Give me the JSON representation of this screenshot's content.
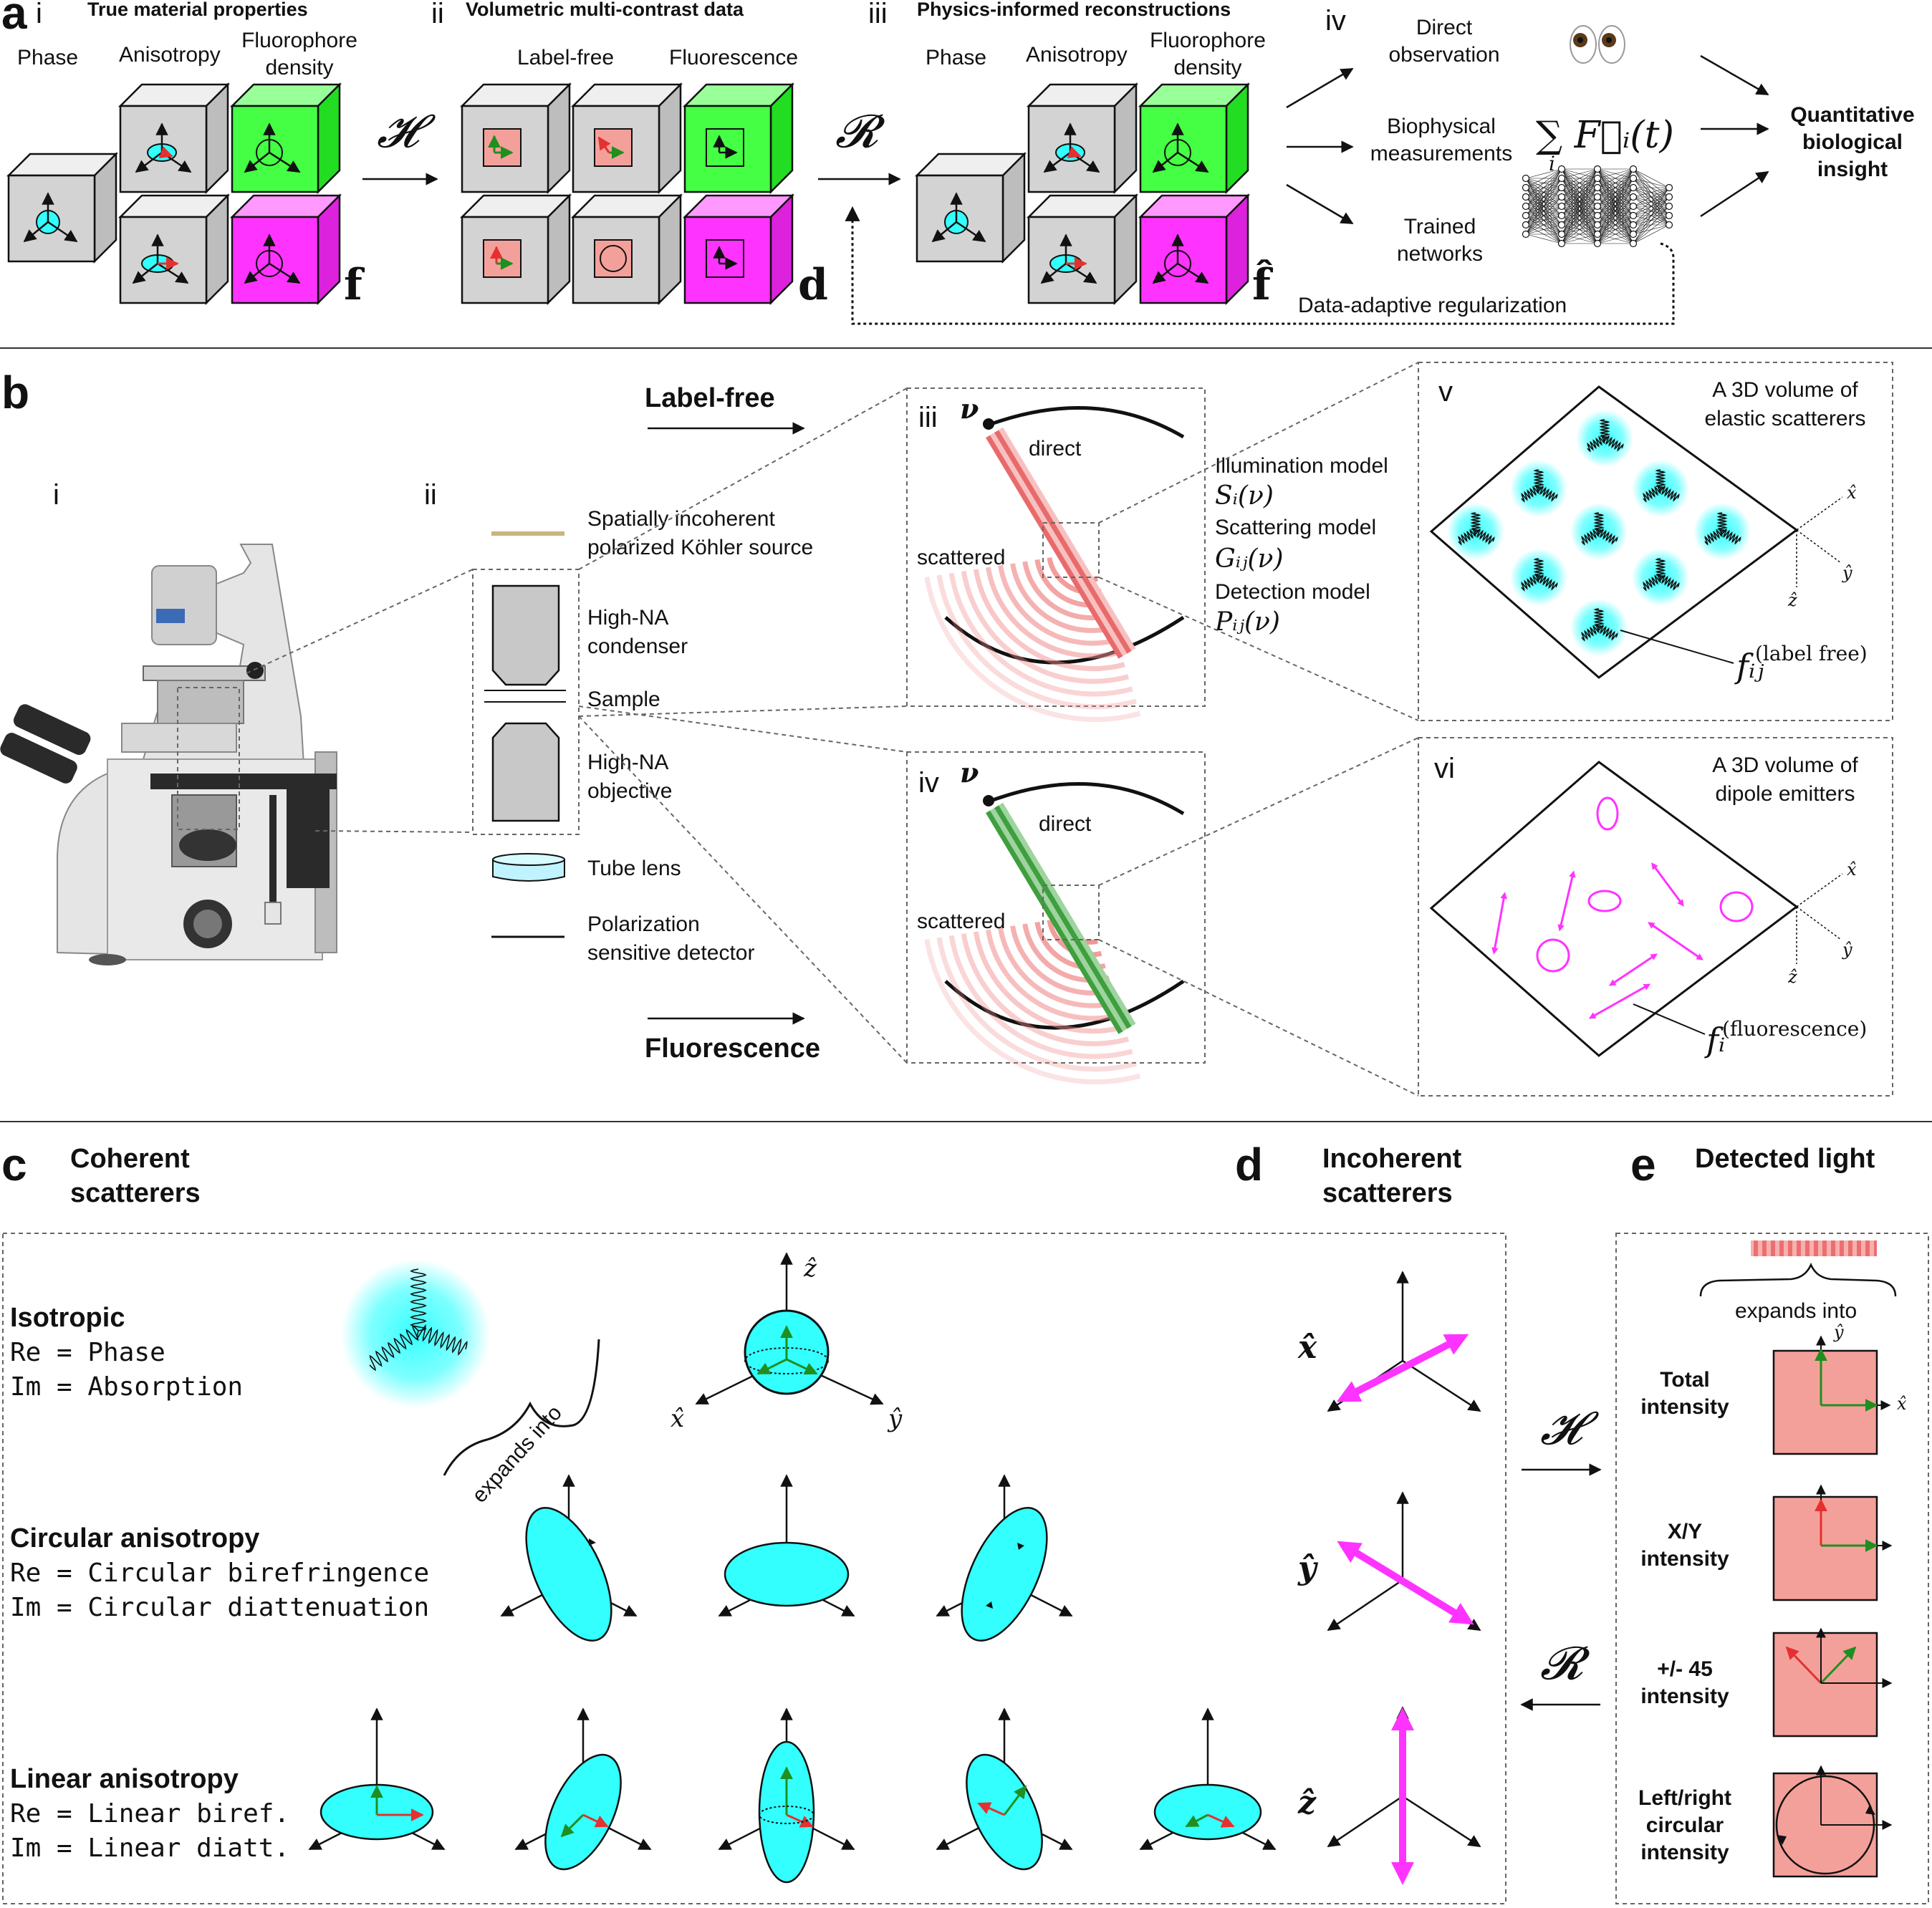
{
  "panel_a": {
    "letter": "a",
    "step_i": {
      "num": "i",
      "title": "True material properties",
      "col_phase": "Phase",
      "col_anisotropy": "Anisotropy",
      "col_fluor": "Fluorophore density",
      "symbol": "f"
    },
    "operator_forward": "𝓗",
    "step_ii": {
      "num": "ii",
      "title": "Volumetric multi-contrast data",
      "col_labelfree": "Label-free",
      "col_fluorescence": "Fluorescence",
      "symbol": "d"
    },
    "operator_recon": "𝓡",
    "step_iii": {
      "num": "iii",
      "title": "Physics-informed reconstructions",
      "col_phase": "Phase",
      "col_anisotropy": "Anisotropy",
      "col_fluor": "Fluorophore density",
      "symbol": "f̂"
    },
    "step_iv": {
      "num": "iv",
      "direct": "Direct observation",
      "biophysical": "Biophysical measurements",
      "force_formula": "∑ F⃗ᵢ(t)",
      "force_sub": "i",
      "trained": "Trained networks",
      "eyes_icon": "eyes-icon",
      "network_icon": "neural-network-icon"
    },
    "outcome": "Quantitative biological insight",
    "feedback": "Data-adaptive regularization"
  },
  "panel_b": {
    "letter": "b",
    "sub_i": "i",
    "sub_ii": "ii",
    "labelfree_arrow": "Label-free",
    "fluorescence_arrow": "Fluorescence",
    "components": {
      "source": "Spatially incoherent polarized Köhler source",
      "condenser": "High-NA condenser",
      "sample": "Sample",
      "objective": "High-NA objective",
      "tube": "Tube lens",
      "detector": "Polarization sensitive detector"
    },
    "sub_iii": {
      "num": "iii",
      "nu": "ν",
      "direct": "direct",
      "scattered": "scattered"
    },
    "sub_iv": {
      "num": "iv",
      "nu": "ν",
      "direct": "direct",
      "scattered": "scattered"
    },
    "models": {
      "illum": "Illumination model",
      "illum_eq": "Sᵢ(ν)",
      "scatter": "Scattering model",
      "scatter_eq": "Gᵢⱼ(ν)",
      "detect": "Detection model",
      "detect_eq": "Pᵢⱼ(ν)"
    },
    "sub_v": {
      "num": "v",
      "title": "A 3D volume of elastic scatterers",
      "f_label": "fᵢⱼ",
      "f_sup": "(label free)",
      "ax_x": "x̂",
      "ax_y": "ŷ",
      "ax_z": "ẑ"
    },
    "sub_vi": {
      "num": "vi",
      "title": "A 3D volume of dipole emitters",
      "f_label": "fᵢ",
      "f_sup": "(fluorescence)",
      "ax_x": "x̂",
      "ax_y": "ŷ",
      "ax_z": "ẑ"
    }
  },
  "panel_c": {
    "letter": "c",
    "heading": "Coherent scatterers",
    "isotropic": {
      "title": "Isotropic",
      "re": "Re = Phase",
      "im": "Im = Absorption"
    },
    "expands": "expands into",
    "axes": {
      "x": "x̂",
      "y": "ŷ",
      "z": "ẑ"
    },
    "circular": {
      "title": "Circular anisotropy",
      "re": "Re = Circular birefringence",
      "im": "Im = Circular diattenuation"
    },
    "linear": {
      "title": "Linear anisotropy",
      "re": "Re = Linear biref.",
      "im": "Im = Linear diatt."
    }
  },
  "panel_d": {
    "letter": "d",
    "heading": "Incoherent scatterers",
    "x": "x̂",
    "y": "ŷ",
    "z": "ẑ",
    "op_forward": "𝓗",
    "op_recon": "𝓡"
  },
  "panel_e": {
    "letter": "e",
    "heading": "Detected light",
    "expands": "expands into",
    "ax_x": "x̂",
    "ax_y": "ŷ",
    "rows": [
      "Total intensity",
      "X/Y intensity",
      "+/- 45 intensity",
      "Left/right circular intensity"
    ]
  },
  "colors": {
    "cyan": "#33ffff",
    "green": "#44ff44",
    "magenta": "#ff33ff",
    "gray": "#d3d3d3",
    "salmon": "#f4a09a",
    "red": "#e53030",
    "dark_green": "#1f8f1f"
  }
}
